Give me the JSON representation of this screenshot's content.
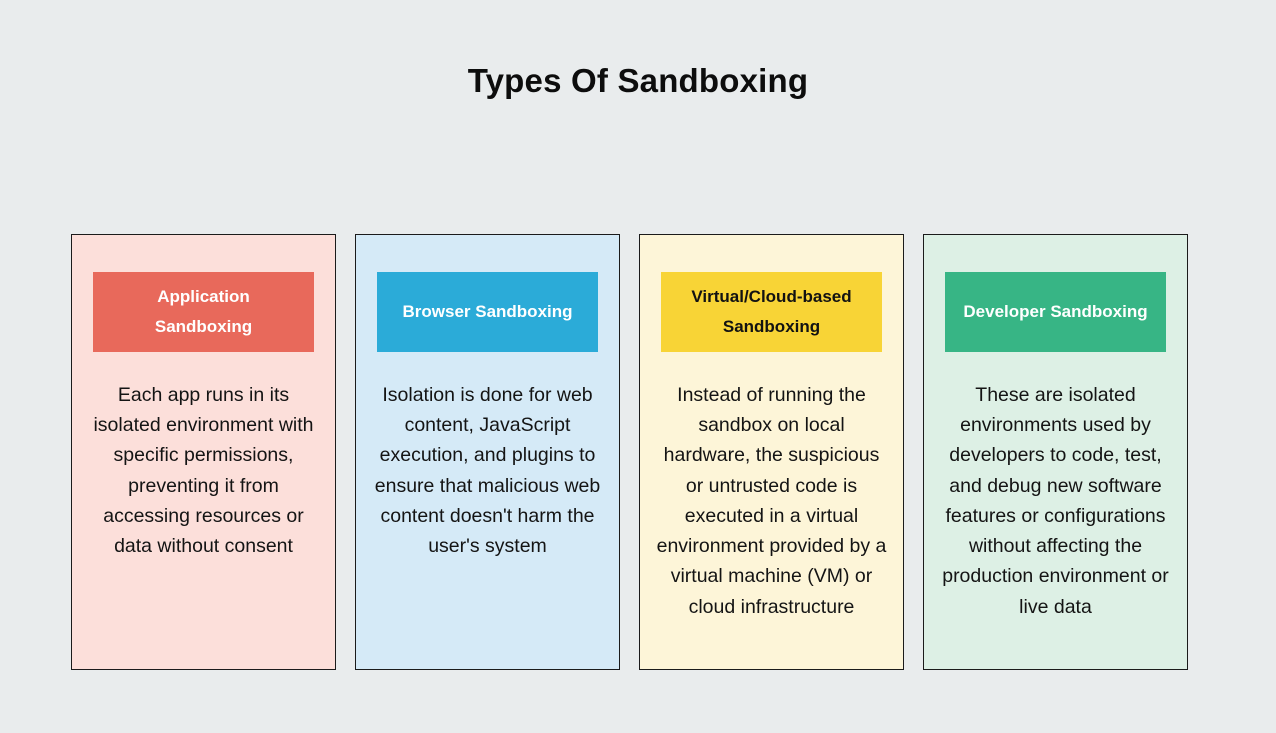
{
  "page": {
    "title": "Types Of Sandboxing",
    "background_color": "#e9eced"
  },
  "cards": [
    {
      "id": "application",
      "header": "Application Sandboxing",
      "body": "Each app runs in its isolated environment with specific permissions, preventing it from accessing resources or data without consent",
      "header_color": "#e8695b",
      "header_text_color": "#ffffff",
      "card_color": "#fcdfda"
    },
    {
      "id": "browser",
      "header": "Browser Sandboxing",
      "body": "Isolation is done for web content, JavaScript execution, and plugins to ensure that malicious web content doesn't harm the user's system",
      "header_color": "#2babd8",
      "header_text_color": "#ffffff",
      "card_color": "#d5eaf7"
    },
    {
      "id": "virtual",
      "header": "Virtual/Cloud-based Sandboxing",
      "body": "Instead of running the sandbox on local hardware, the suspicious or untrusted code is executed in a virtual environment provided by a virtual machine (VM) or cloud infrastructure",
      "header_color": "#f8d436",
      "header_text_color": "#121212",
      "card_color": "#fdf5d8"
    },
    {
      "id": "developer",
      "header": "Developer Sandboxing",
      "body": "These are isolated environments used by developers to code, test, and debug new software features or configurations without affecting the production environment or live data",
      "header_color": "#37b585",
      "header_text_color": "#ffffff",
      "card_color": "#ddf0e5"
    }
  ]
}
